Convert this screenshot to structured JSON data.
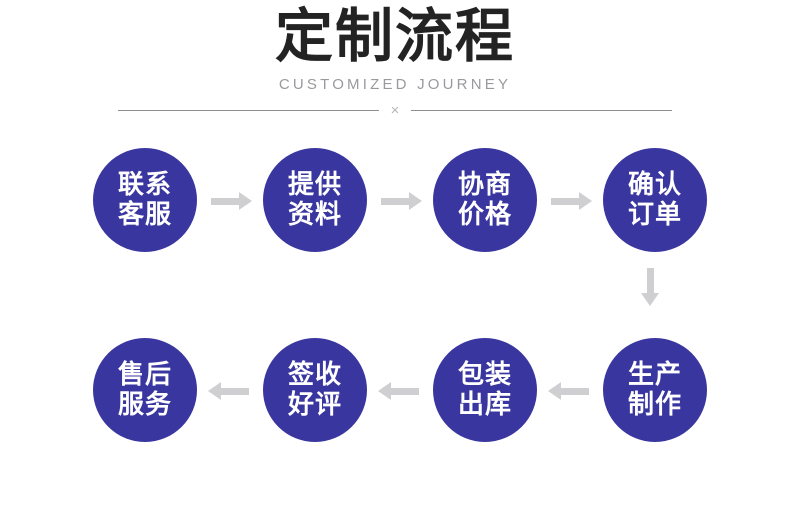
{
  "header": {
    "title": "定制流程",
    "subtitle": "CUSTOMIZED JOURNEY",
    "divider_mark": "×"
  },
  "theme": {
    "node_fill": "#3a36a0",
    "node_text": "#ffffff",
    "arrow_color": "#cfcfd2",
    "title_color": "#232323",
    "subtitle_color": "#9a9a9e",
    "divider_color": "#8d8d92",
    "background": "#ffffff"
  },
  "flow": {
    "top_row": [
      {
        "line1": "联系",
        "line2": "客服"
      },
      {
        "line1": "提供",
        "line2": "资料"
      },
      {
        "line1": "协商",
        "line2": "价格"
      },
      {
        "line1": "确认",
        "line2": "订单"
      }
    ],
    "bottom_row": [
      {
        "line1": "售后",
        "line2": "服务"
      },
      {
        "line1": "签收",
        "line2": "好评"
      },
      {
        "line1": "包装",
        "line2": "出库"
      },
      {
        "line1": "生产",
        "line2": "制作"
      }
    ]
  }
}
